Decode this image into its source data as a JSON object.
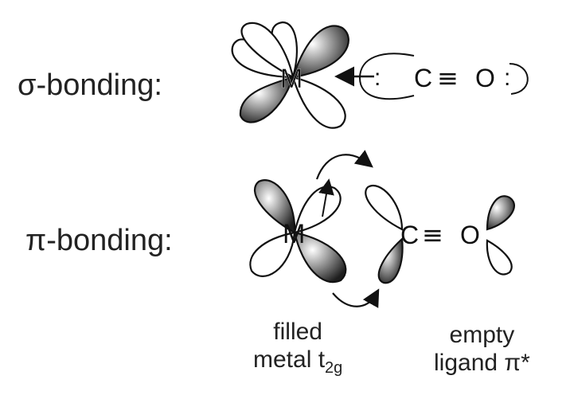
{
  "sigma": {
    "label": "σ-bonding:",
    "metal": "M",
    "lone_pair": ":",
    "carbon": "C",
    "triple_bond": "≡",
    "oxygen": "O",
    "oxygen_lone_pair": ":"
  },
  "pi": {
    "label": "π-bonding:",
    "metal": "M",
    "carbon": "C",
    "triple_bond": "≡",
    "oxygen": "O"
  },
  "captions": {
    "metal_line1": "filled",
    "metal_line2": "metal t",
    "metal_sub": "2g",
    "ligand_line1": "empty",
    "ligand_line2": "ligand π*"
  }
}
